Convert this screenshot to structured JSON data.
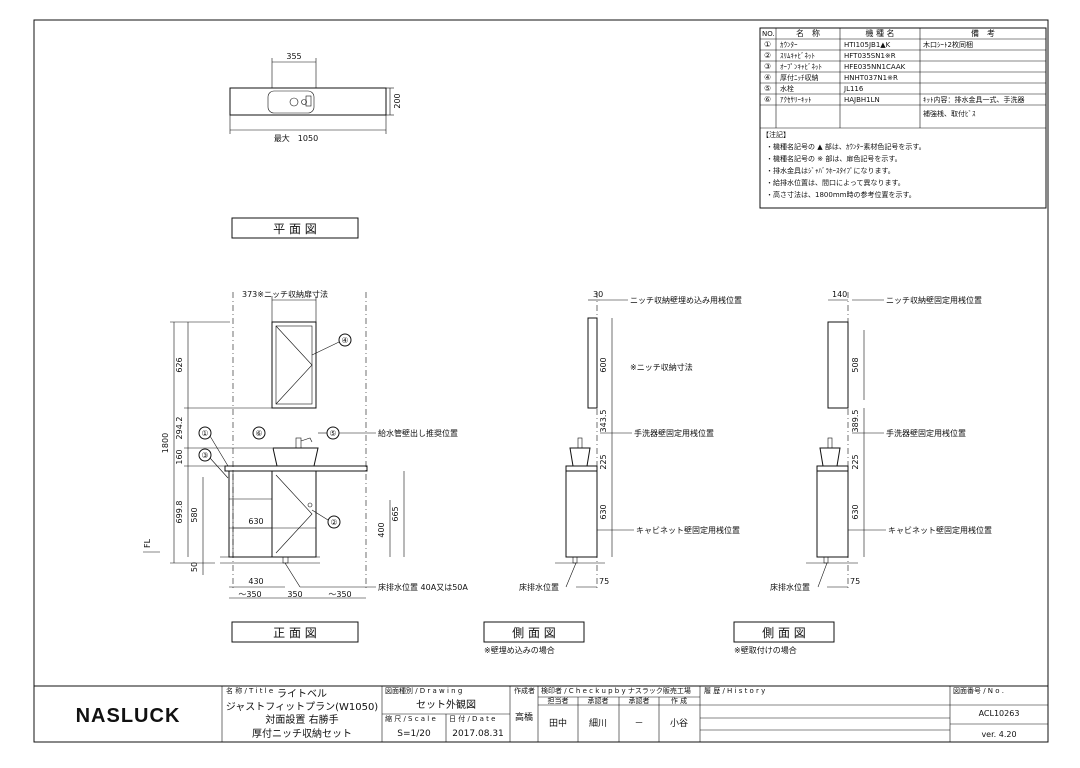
{
  "parts_table": {
    "headers": [
      "NO.",
      "名　称",
      "機 種 名",
      "備　考"
    ],
    "rows": [
      {
        "no": "①",
        "name": "ｶｳﾝﾀｰ",
        "model": "HTI105JB1▲K",
        "note": "木口ｼｰﾄ2枚同梱",
        "note2": ""
      },
      {
        "no": "②",
        "name": "ｽﾘﾑｷｬﾋﾞﾈｯﾄ",
        "model": "HFT035SN1※R",
        "note": "",
        "note2": ""
      },
      {
        "no": "③",
        "name": "ｵｰﾌﾟﾝｷｬﾋﾞﾈｯﾄ",
        "model": "HFE035NN1CAAK",
        "note": "",
        "note2": ""
      },
      {
        "no": "④",
        "name": "厚付ﾆｯﾁ収納",
        "model": "HNHT037N1※R",
        "note": "",
        "note2": ""
      },
      {
        "no": "⑤",
        "name": "水栓",
        "model": "JL116",
        "note": "",
        "note2": ""
      },
      {
        "no": "⑥",
        "name": "ｱｸｾｻﾘｰｷｯﾄ",
        "model": "HAJBH1LN",
        "note": "ｷｯﾄ内容：排水金具一式、手洗器",
        "note2": "補強桟、取付ﾋﾞｽ"
      }
    ],
    "notes_title": "【注記】",
    "notes": [
      "・機種名記号の ▲ 部は、ｶｳﾝﾀｰ素材色記号を示す。",
      "・機種名記号の ※ 部は、扉色記号を示す。",
      "・排水金具はｼﾞｬﾊﾞﾗﾎｰｽﾀｲﾌﾟになります。",
      "・給排水位置は、間口によって異なります。",
      "・高さ寸法は、1800mm時の参考位置を示す。"
    ]
  },
  "plan": {
    "label": "平 面 図",
    "dim_top": "355",
    "dim_side": "200",
    "dim_width": "最大　1050"
  },
  "front": {
    "label": "正 面 図",
    "dim_niche_width": "373※ニッチ収納扉寸法",
    "dim_626": "626",
    "dim_294": "294.2",
    "dim_1800": "1800",
    "dim_160": "160",
    "dim_699": "699.8",
    "dim_580": "580",
    "dim_630": "630",
    "dim_400": "400",
    "dim_665": "665",
    "dim_50": "50",
    "dim_430": "430",
    "dim_350a": "～350",
    "dim_350": "350",
    "dim_350b": "～350",
    "fl": "FL",
    "callout_water": "給水管壁出し推奨位置",
    "callout_drain": "床排水位置 40A又は50A",
    "markers": [
      "①",
      "③",
      "⑥",
      "⑤",
      "④",
      "②"
    ]
  },
  "side1": {
    "label": "側 面 図",
    "sublabel": "※壁埋め込みの場合",
    "dim_top": "30",
    "dim_600": "600",
    "dim_343": "343.5",
    "dim_225": "225",
    "dim_630": "630",
    "dim_75": "75",
    "callout_niche": "ニッチ収納壁埋め込み用桟位置",
    "callout_niche_size": "※ニッチ収納寸法",
    "callout_sink": "手洗器壁固定用桟位置",
    "callout_cabinet": "キャビネット壁固定用桟位置",
    "callout_drain": "床排水位置"
  },
  "side2": {
    "label": "側 面 図",
    "sublabel": "※壁取付けの場合",
    "dim_top": "140",
    "dim_508": "508",
    "dim_389": "389.5",
    "dim_225": "225",
    "dim_630": "630",
    "dim_75": "75",
    "callout_niche": "ニッチ収納壁固定用桟位置",
    "callout_sink": "手洗器壁固定用桟位置",
    "callout_cabinet": "キャビネット壁固定用桟位置",
    "callout_drain": "床排水位置"
  },
  "title_block": {
    "logo": "NASLUCK",
    "title_caption": "名 称 / T i t l e",
    "title_lines": [
      "ライトベル",
      "ジャストフィットプラン(W1050)",
      "対面設置 右勝手",
      "厚付ニッチ収納セット"
    ],
    "drawing_caption": "図面種別 / D r a w i n g",
    "drawing": "セット外観図",
    "scale_caption": "縮 尺 / S c a l e",
    "scale": "S=1/20",
    "date_caption": "日 付 / D a t e",
    "date": "2017.08.31",
    "author_caption": "作成者",
    "author": "高橋",
    "check_caption": "検印者 / C h e c k  u p  b y  ナスラック販売工場",
    "check_headers": [
      "担当者",
      "承認者",
      "承認者",
      "作 成"
    ],
    "check_names": [
      "田中",
      "細川",
      "－",
      "小谷"
    ],
    "history_caption": "履 歴 / H i s t o r y",
    "drawing_no_caption": "図面番号 / N o .",
    "drawing_no": "ACL10263",
    "version": "ver. 4.20"
  }
}
